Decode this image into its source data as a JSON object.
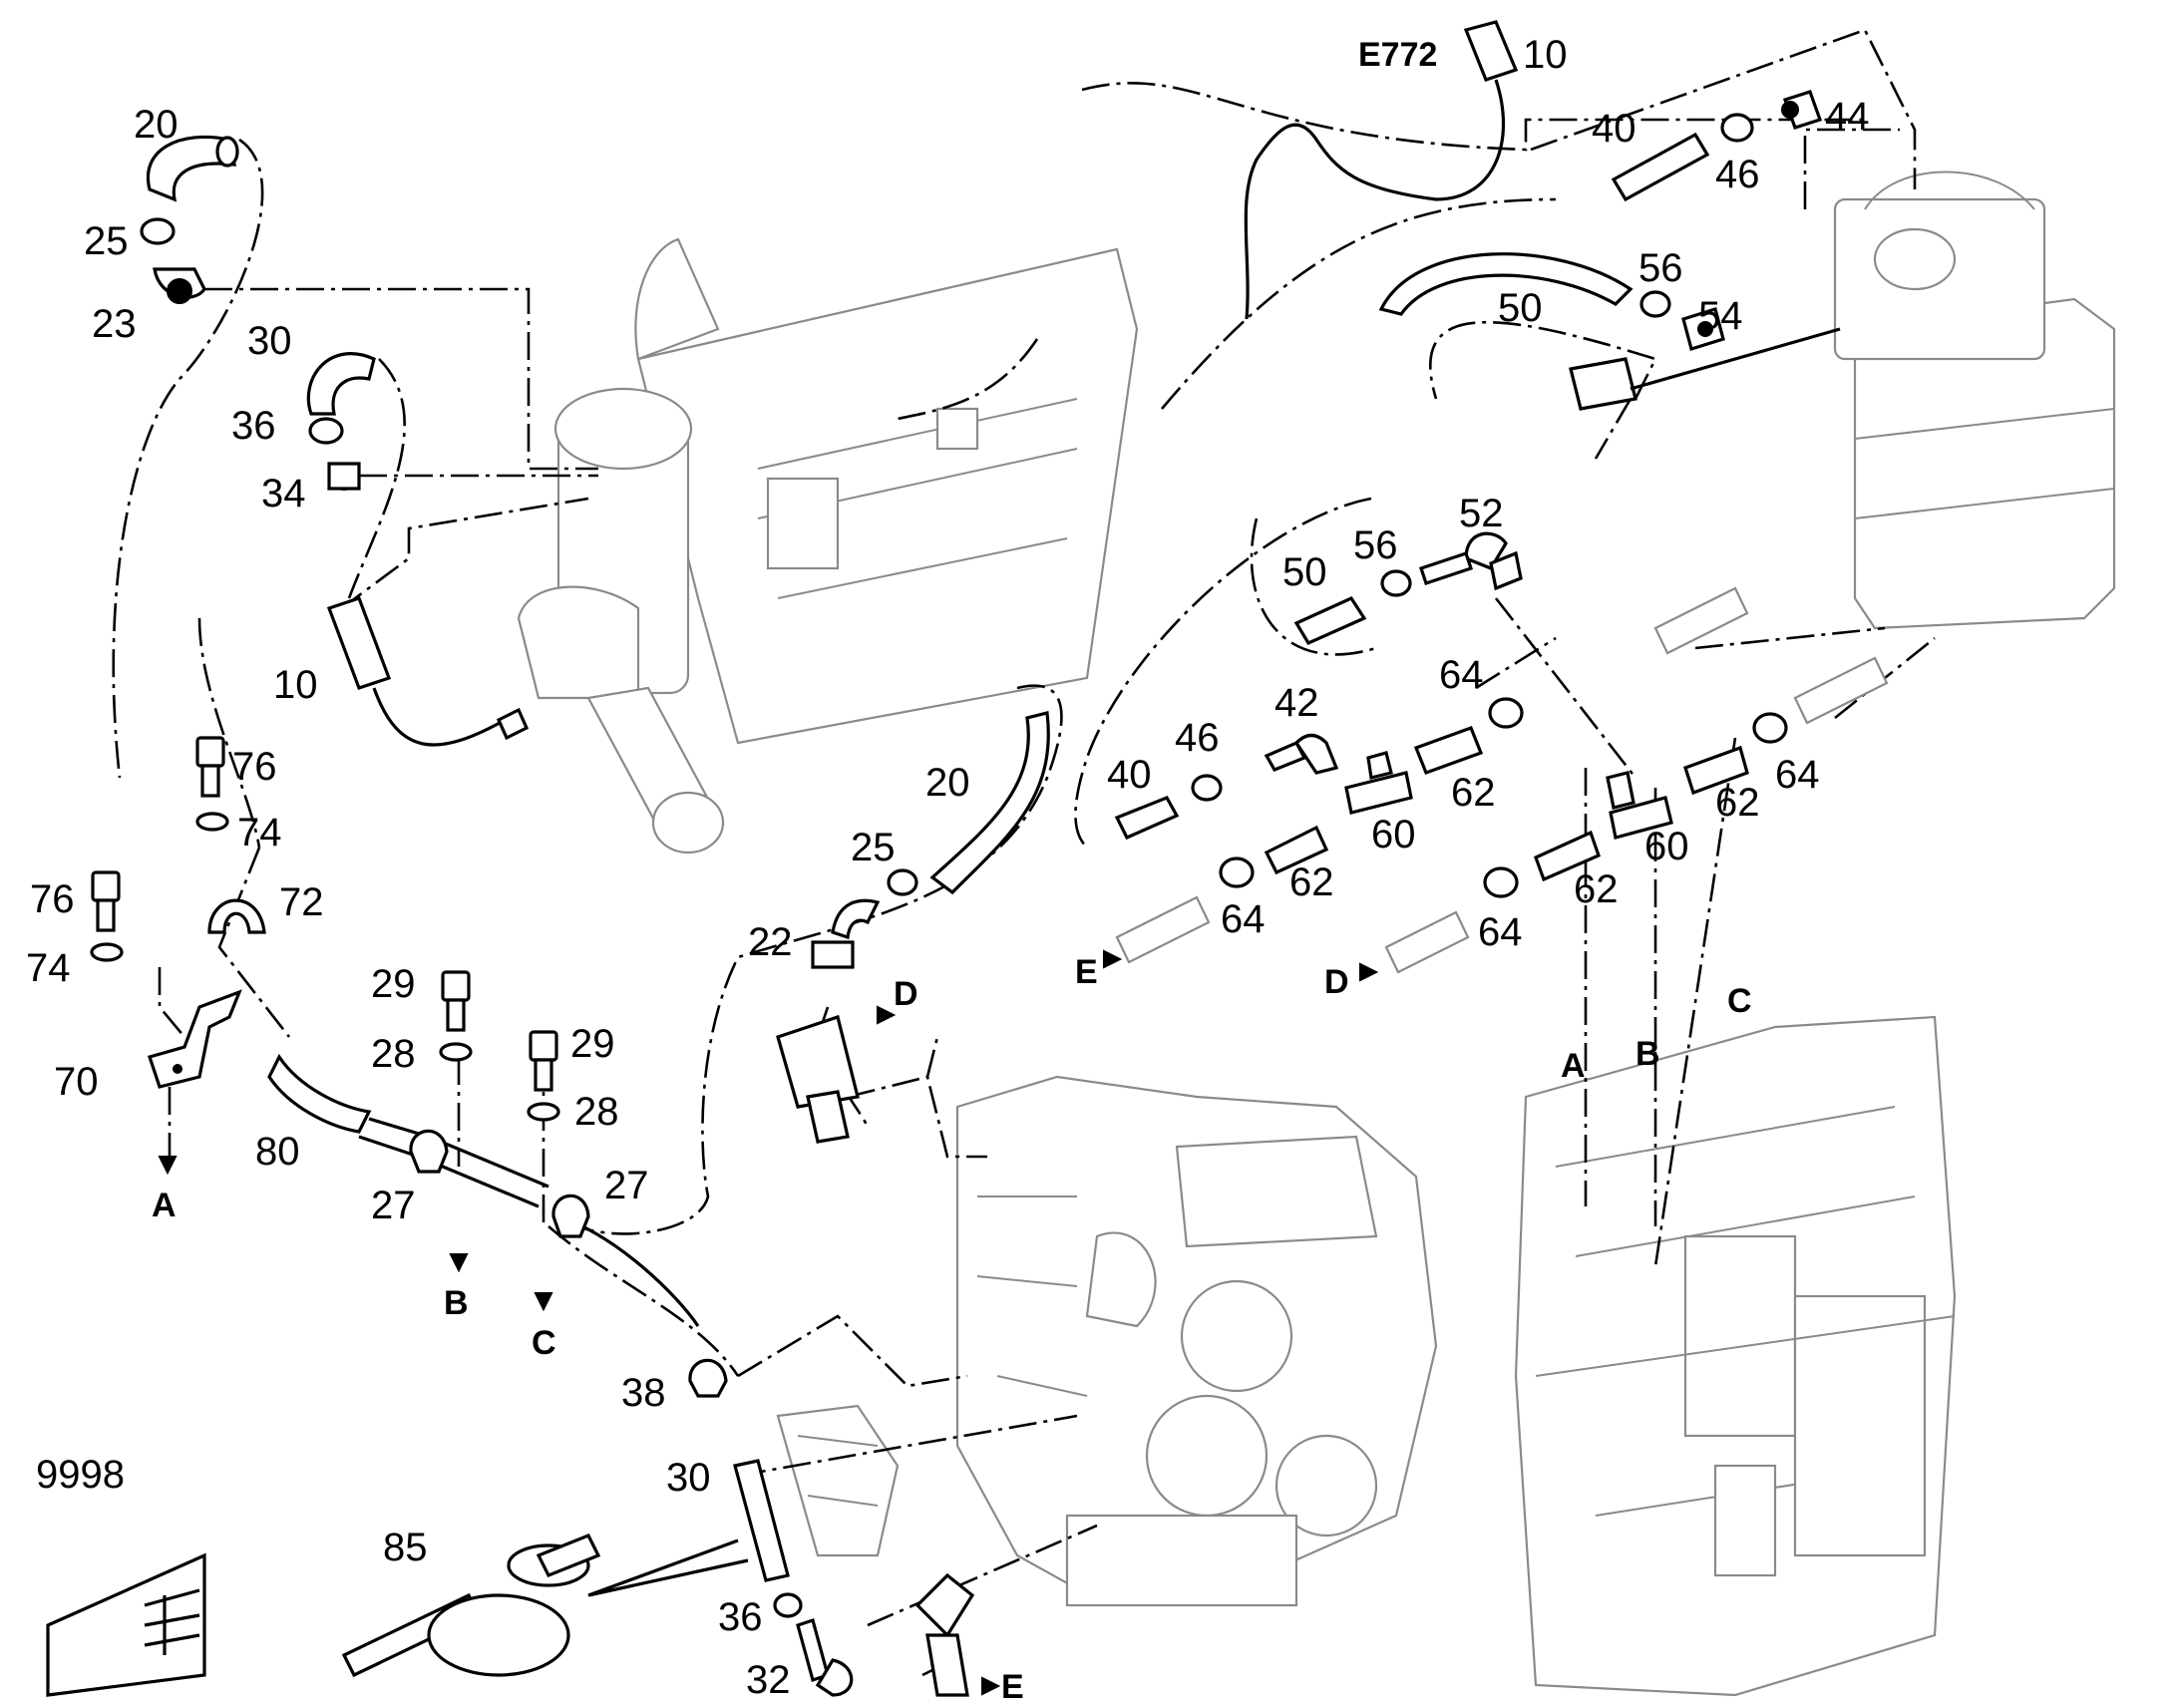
{
  "diagram": {
    "labels": {
      "c20a": "20",
      "c25a": "25",
      "c23": "23",
      "c30a": "30",
      "c36a": "36",
      "c34": "34",
      "c10a": "10",
      "c10b": "10",
      "e772": "E772",
      "c40a": "40",
      "c46a": "46",
      "c44": "44",
      "c50a": "50",
      "c56a": "56",
      "c54": "54",
      "c52": "52",
      "c50b": "50",
      "c56b": "56",
      "c42": "42",
      "c46b": "46",
      "c40b": "40",
      "c64a": "64",
      "c62a": "62",
      "c60a": "60",
      "c62b": "62",
      "c64b": "64",
      "c60b": "60",
      "c62c": "62",
      "c64c": "64",
      "c62d": "62",
      "c64d": "64",
      "c20b": "20",
      "c25b": "25",
      "c22": "22",
      "c76a": "76",
      "c74a": "74",
      "c72": "72",
      "c76b": "76",
      "c74b": "74",
      "c70": "70",
      "c80": "80",
      "c29a": "29",
      "c28a": "28",
      "c29b": "29",
      "c28b": "28",
      "c27a": "27",
      "c27b": "27",
      "c38": "38",
      "c30b": "30",
      "c36b": "36",
      "c32": "32",
      "c85": "85",
      "c9998": "9998",
      "refA1": "A",
      "refB1": "B",
      "refC1": "C",
      "refD1": "D",
      "refE1": "E",
      "refD2": "D",
      "refE2": "E",
      "refA2": "A",
      "refB2": "B",
      "refC2": "C"
    }
  }
}
